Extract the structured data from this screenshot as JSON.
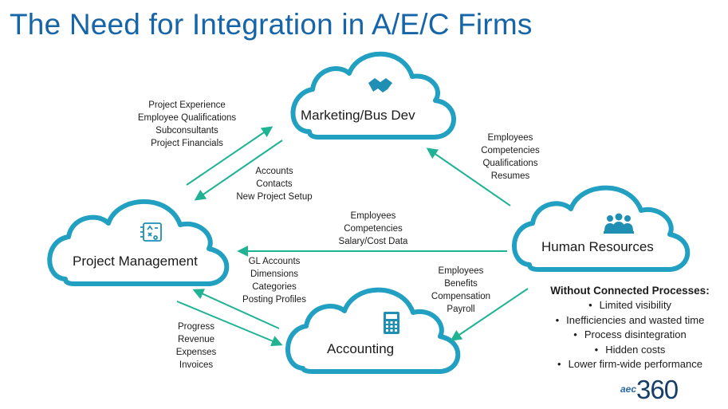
{
  "title": "The Need for Integration in A/E/C Firms",
  "colors": {
    "title": "#1565a8",
    "cloud": "#22a0c2",
    "arrow": "#1fb394",
    "icon": "#1f8fb3"
  },
  "nodes": {
    "marketing": {
      "label": "Marketing/Bus Dev",
      "icon": "handshake-icon"
    },
    "project_management": {
      "label": "Project Management",
      "icon": "board-icon"
    },
    "human_resources": {
      "label": "Human Resources",
      "icon": "people-icon"
    },
    "accounting": {
      "label": "Accounting",
      "icon": "calculator-icon"
    }
  },
  "flows": {
    "pm_to_marketing": [
      "Project Experience",
      "Employee Qualifications",
      "Subconsultants",
      "Project Financials"
    ],
    "marketing_to_pm": [
      "Accounts",
      "Contacts",
      "New Project Setup"
    ],
    "hr_to_marketing": [
      "Employees",
      "Competencies",
      "Qualifications",
      "Resumes"
    ],
    "hr_to_pm": [
      "Employees",
      "Competencies",
      "Salary/Cost Data"
    ],
    "accounting_to_pm": [
      "GL Accounts",
      "Dimensions",
      "Categories",
      "Posting Profiles"
    ],
    "hr_to_accounting": [
      "Employees",
      "Benefits",
      "Compensation",
      "Payroll"
    ],
    "pm_to_accounting": [
      "Progress",
      "Revenue",
      "Expenses",
      "Invoices"
    ]
  },
  "without": {
    "title": "Without Connected Processes:",
    "items": [
      "Limited visibility",
      "Inefficiencies and wasted time",
      "Process disintegration",
      "Hidden costs",
      "Lower firm-wide performance"
    ]
  },
  "logo": {
    "small": "aec",
    "big": "360"
  }
}
